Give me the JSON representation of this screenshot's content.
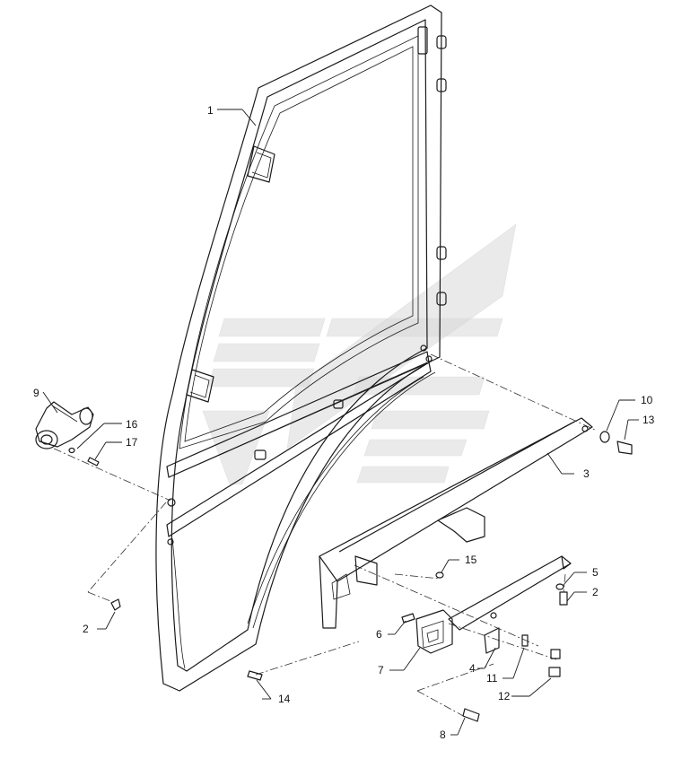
{
  "callouts": {
    "c1": "1",
    "c2a": "2",
    "c2b": "2",
    "c3": "3",
    "c4": "4",
    "c5": "5",
    "c6": "6",
    "c7": "7",
    "c8": "8",
    "c9": "9",
    "c10": "10",
    "c11": "11",
    "c12": "12",
    "c13": "13",
    "c14": "14",
    "c15": "15",
    "c16": "16",
    "c17": "17"
  }
}
